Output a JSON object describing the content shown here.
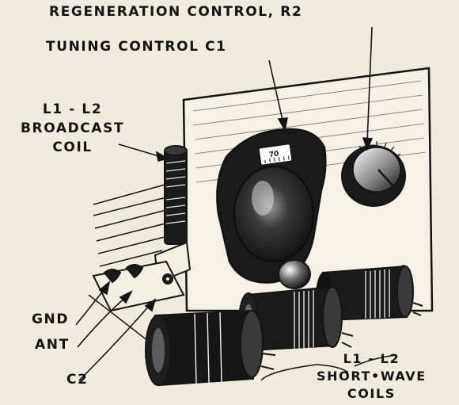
{
  "labels": {
    "regeneration_control": "REGENERATION CONTROL, R2",
    "tuning_control": "TUNING CONTROL C1",
    "broadcast_coil_line1": "L1 - L2",
    "broadcast_coil_line2": "BROADCAST",
    "broadcast_coil_line3": "COIL",
    "gnd": "GND",
    "ant": "ANT",
    "c2": "C2",
    "shortwave_line1": "L1 - L2",
    "shortwave_line2": "SHORT•WAVE",
    "shortwave_line3": "COILS"
  },
  "dial": {
    "scale_reading": "70"
  },
  "colors": {
    "paper": "#f1ebdd",
    "ink": "#141414"
  }
}
